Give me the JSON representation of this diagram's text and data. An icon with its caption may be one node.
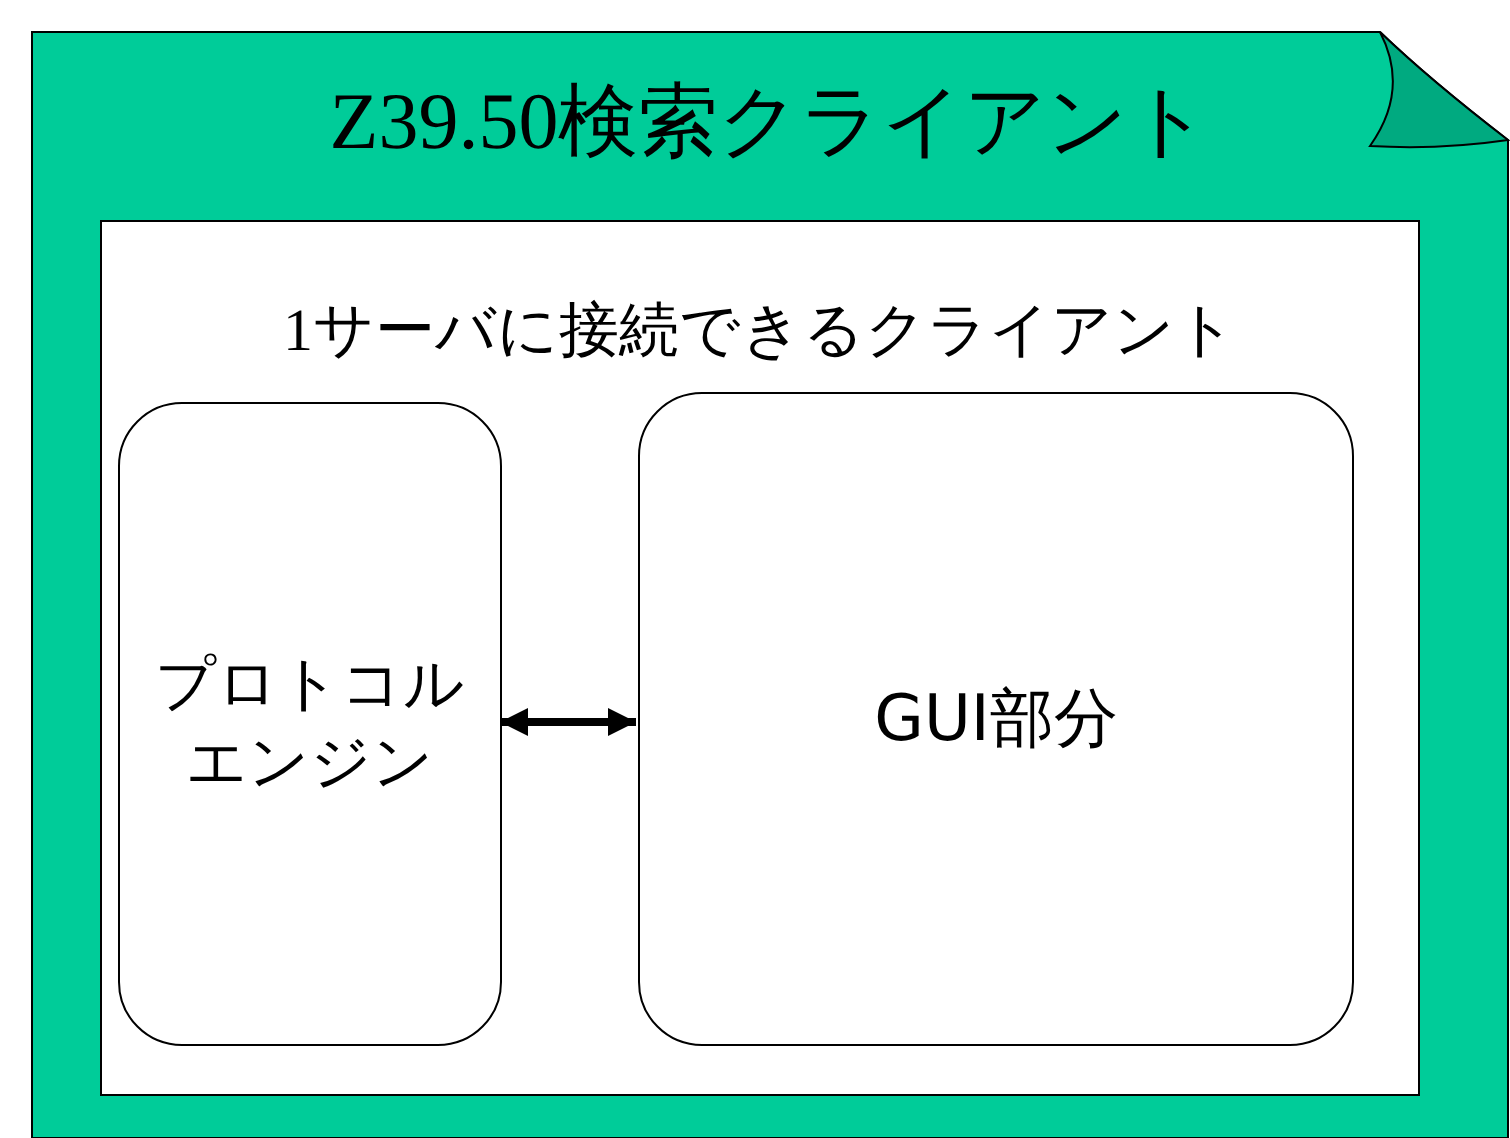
{
  "diagram": {
    "nodes": [
      {
        "text": [
          "Z39.50検索クライアント"
        ]
      },
      {
        "text": [
          "1サーバに接続できるクライアント"
        ],
        "in": 0
      },
      {
        "text": [
          "プロトコルエンジン"
        ],
        "in": 1
      },
      {
        "text": [
          "GUI部分"
        ],
        "in": 1
      }
    ],
    "edges": [
      {
        "from": 2,
        "to": 3,
        "arrow": "both"
      }
    ]
  }
}
